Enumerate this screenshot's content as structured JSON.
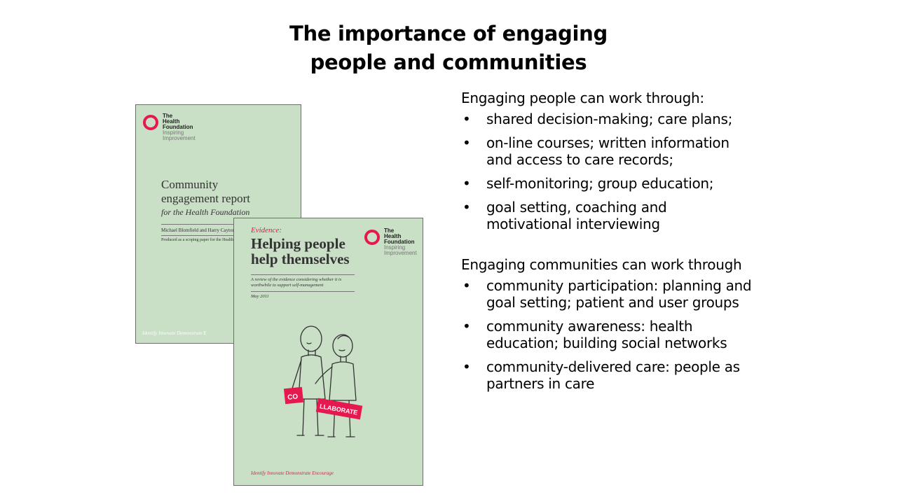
{
  "slide": {
    "title_line1": "The importance of engaging",
    "title_line2": "people and communities"
  },
  "covers": {
    "logo": {
      "line1": "The",
      "line2": "Health",
      "line3": "Foundation",
      "line4": "Inspiring",
      "line5": "Improvement"
    },
    "back": {
      "title_line1": "Community",
      "title_line2": "engagement report",
      "subtitle": "for the Health Foundation",
      "authors": "Michael Blomfield and Harry Cayton",
      "note": "Produced as a scoping paper for the Health Foundation",
      "footer": "Identify Innovate Demonstrate E"
    },
    "front": {
      "evidence": "Evidence:",
      "title_line1": "Helping people",
      "title_line2": "help themselves",
      "description": "A review of the evidence considering whether it is worthwhile to support self-management",
      "date": "May 2011",
      "sign_left": "CO",
      "sign_right": "LLABORATE",
      "footer": "Identify Innovate Demonstrate Encourage"
    },
    "colors": {
      "cover_bg": "#c9dfc6",
      "brand_red": "#e5184f"
    }
  },
  "people": {
    "intro": "Engaging people can work through:",
    "items": [
      "shared decision-making; care plans;",
      "on-line courses; written information and access to care records;",
      "self-monitoring; group education;",
      "goal setting, coaching and motivational interviewing"
    ]
  },
  "communities": {
    "intro": "Engaging communities can work through",
    "items": [
      "community participation: planning and goal setting; patient and user groups",
      "community awareness: health education; building social networks",
      "community-delivered care: people as partners in care"
    ]
  }
}
